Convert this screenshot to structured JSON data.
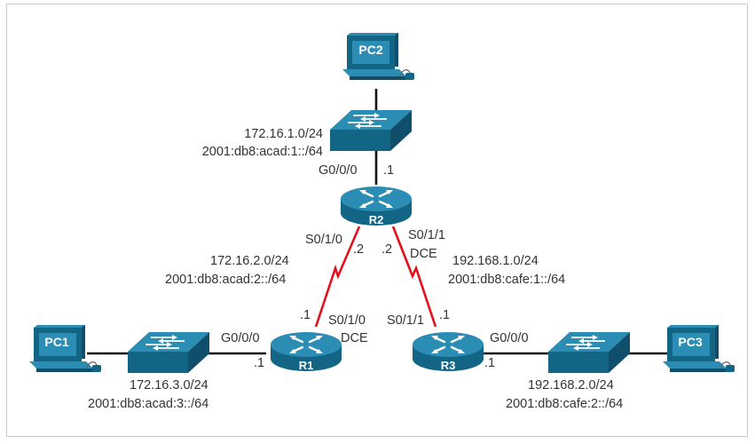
{
  "colors": {
    "device_top": "#2b8db3",
    "device_side": "#136586",
    "device_dark": "#0f4f6b",
    "link": "#111111",
    "serial": "#e3101b",
    "text": "#333333"
  },
  "devices": {
    "pc1": {
      "label": "PC1",
      "icon": "pc-icon"
    },
    "pc2": {
      "label": "PC2",
      "icon": "pc-icon"
    },
    "pc3": {
      "label": "PC3",
      "icon": "pc-icon"
    },
    "r1": {
      "label": "R1",
      "icon": "router-icon"
    },
    "r2": {
      "label": "R2",
      "icon": "router-icon"
    },
    "r3": {
      "label": "R3",
      "icon": "router-icon"
    },
    "s1": {
      "icon": "switch-icon"
    },
    "s2": {
      "icon": "switch-icon"
    },
    "s3": {
      "icon": "switch-icon"
    }
  },
  "networks": {
    "lan_r2": {
      "ipv4": "172.16.1.0/24",
      "ipv6": "2001:db8:acad:1::/64"
    },
    "r1_r2": {
      "ipv4": "172.16.2.0/24",
      "ipv6": "2001:db8:acad:2::/64"
    },
    "r2_r3": {
      "ipv4": "192.168.1.0/24",
      "ipv6": "2001:db8:cafe:1::/64"
    },
    "lan_r1": {
      "ipv4": "172.16.3.0/24",
      "ipv6": "2001:db8:acad:3::/64"
    },
    "lan_r3": {
      "ipv4": "192.168.2.0/24",
      "ipv6": "2001:db8:cafe:2::/64"
    }
  },
  "interfaces": {
    "r2_g000": "G0/0/0",
    "r2_g000_host": ".1",
    "r2_s010": "S0/1/0",
    "r2_s010_host": ".2",
    "r2_s011": "S0/1/1",
    "r2_s011_dce": "DCE",
    "r2_s011_host": ".2",
    "r1_s010": "S0/1/0",
    "r1_s010_dce": "DCE",
    "r1_s010_host": ".1",
    "r1_g000": "G0/0/0",
    "r1_g000_host": ".1",
    "r3_s011": "S0/1/1",
    "r3_s011_host": ".1",
    "r3_g000": "G0/0/0",
    "r3_g000_host": ".1"
  }
}
